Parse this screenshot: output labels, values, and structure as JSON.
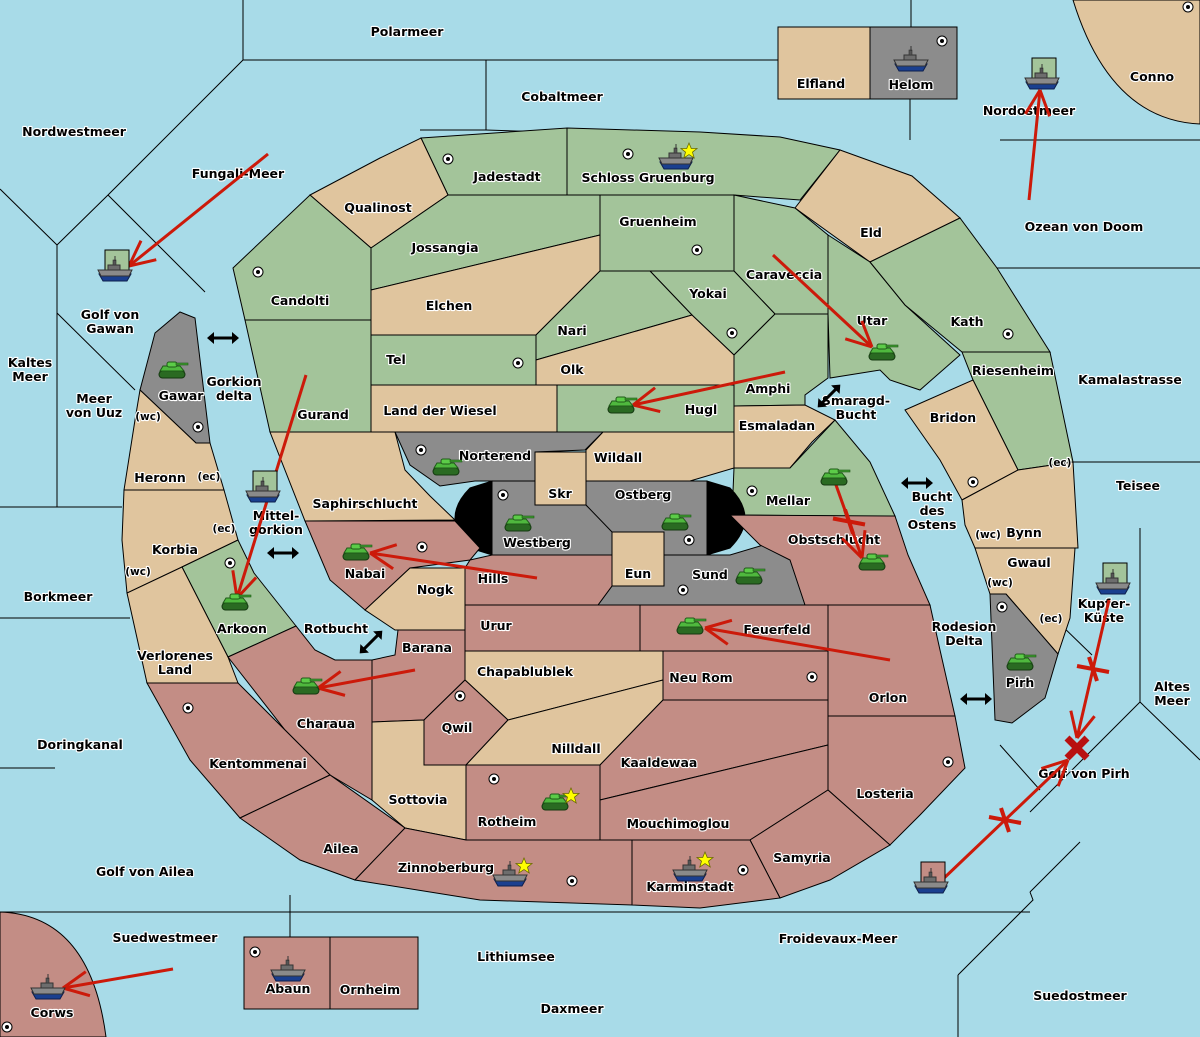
{
  "colors": {
    "sea": "#a8dbe8",
    "neutral": "#e0c59e",
    "green_power": "#a3c49a",
    "red_power": "#c38d85",
    "grey_power": "#8c8c8c",
    "order_line": "#cc1a0a",
    "border": "#000000",
    "star": "#ffff00"
  },
  "map": {
    "provinces": [
      {
        "id": "polarmeer",
        "name": "Polarmeer",
        "type": "sea",
        "owner": "sea"
      },
      {
        "id": "cobaltmeer",
        "name": "Cobaltmeer",
        "type": "sea",
        "owner": "sea"
      },
      {
        "id": "nordwestmeer",
        "name": "Nordwestmeer",
        "type": "sea",
        "owner": "sea"
      },
      {
        "id": "fungali",
        "name": "Fungali-Meer",
        "type": "sea",
        "owner": "sea"
      },
      {
        "id": "golf-gawan",
        "name": "Golf von\nGawan",
        "type": "sea",
        "owner": "sea"
      },
      {
        "id": "kaltes",
        "name": "Kaltes\nMeer",
        "type": "sea",
        "owner": "sea"
      },
      {
        "id": "uuz",
        "name": "Meer\nvon Uuz",
        "type": "sea",
        "owner": "sea"
      },
      {
        "id": "gorkion-delta",
        "name": "Gorkion\ndelta",
        "type": "sea",
        "owner": "sea"
      },
      {
        "id": "mittelgorkion",
        "name": "Mittel-\ngorkion",
        "type": "sea",
        "owner": "sea"
      },
      {
        "id": "rotbucht",
        "name": "Rotbucht",
        "type": "sea",
        "owner": "sea"
      },
      {
        "id": "borkmeer",
        "name": "Borkmeer",
        "type": "sea",
        "owner": "sea"
      },
      {
        "id": "doringkanal",
        "name": "Doringkanal",
        "type": "sea",
        "owner": "sea"
      },
      {
        "id": "golf-ailea",
        "name": "Golf von Ailea",
        "type": "sea",
        "owner": "sea"
      },
      {
        "id": "suedwestmeer",
        "name": "Suedwestmeer",
        "type": "sea",
        "owner": "sea"
      },
      {
        "id": "lithiumsee",
        "name": "Lithiumsee",
        "type": "sea",
        "owner": "sea"
      },
      {
        "id": "daxmeer",
        "name": "Daxmeer",
        "type": "sea",
        "owner": "sea"
      },
      {
        "id": "froidevaux",
        "name": "Froidevaux-Meer",
        "type": "sea",
        "owner": "sea"
      },
      {
        "id": "suedostmeer",
        "name": "Suedostmeer",
        "type": "sea",
        "owner": "sea"
      },
      {
        "id": "golf-pirh",
        "name": "Golf von Pirh",
        "type": "sea",
        "owner": "sea"
      },
      {
        "id": "altes",
        "name": "Altes\nMeer",
        "type": "sea",
        "owner": "sea"
      },
      {
        "id": "kupfer",
        "name": "Kupfer-\nKüste",
        "type": "sea",
        "owner": "sea"
      },
      {
        "id": "teisee",
        "name": "Teisee",
        "type": "sea",
        "owner": "sea"
      },
      {
        "id": "rodesion",
        "name": "Rodesion\nDelta",
        "type": "sea",
        "owner": "sea"
      },
      {
        "id": "bucht-ostens",
        "name": "Bucht\ndes\nOstens",
        "type": "sea",
        "owner": "sea"
      },
      {
        "id": "smaragd",
        "name": "Smaragd-\nBucht",
        "type": "sea",
        "owner": "sea"
      },
      {
        "id": "kamalastrasse",
        "name": "Kamalastrasse",
        "type": "sea",
        "owner": "sea"
      },
      {
        "id": "ozean-doom",
        "name": "Ozean von Doom",
        "type": "sea",
        "owner": "sea"
      },
      {
        "id": "nordostmeer",
        "name": "Nordostmeer",
        "type": "sea",
        "owner": "sea"
      },
      {
        "id": "elfland",
        "name": "Elfland",
        "type": "land",
        "owner": "neutral"
      },
      {
        "id": "helom",
        "name": "Helom",
        "type": "land",
        "owner": "grey"
      },
      {
        "id": "conno",
        "name": "Conno",
        "type": "land",
        "owner": "neutral"
      },
      {
        "id": "jadestadt",
        "name": "Jadestadt",
        "type": "land",
        "owner": "green"
      },
      {
        "id": "schloss",
        "name": "Schloss Gruenburg",
        "type": "land",
        "owner": "green"
      },
      {
        "id": "qualinost",
        "name": "Qualinost",
        "type": "land",
        "owner": "neutral"
      },
      {
        "id": "jossangia",
        "name": "Jossangia",
        "type": "land",
        "owner": "green"
      },
      {
        "id": "gruenheim",
        "name": "Gruenheim",
        "type": "land",
        "owner": "green"
      },
      {
        "id": "eld",
        "name": "Eld",
        "type": "land",
        "owner": "neutral"
      },
      {
        "id": "caraveccia",
        "name": "Caraveccia",
        "type": "land",
        "owner": "green"
      },
      {
        "id": "candolti",
        "name": "Candolti",
        "type": "land",
        "owner": "green"
      },
      {
        "id": "elchen",
        "name": "Elchen",
        "type": "land",
        "owner": "neutral"
      },
      {
        "id": "yokai",
        "name": "Yokai",
        "type": "land",
        "owner": "green"
      },
      {
        "id": "utar",
        "name": "Utar",
        "type": "land",
        "owner": "green"
      },
      {
        "id": "kath",
        "name": "Kath",
        "type": "land",
        "owner": "green"
      },
      {
        "id": "nari",
        "name": "Nari",
        "type": "land",
        "owner": "green"
      },
      {
        "id": "tel",
        "name": "Tel",
        "type": "land",
        "owner": "green"
      },
      {
        "id": "olk",
        "name": "Olk",
        "type": "land",
        "owner": "neutral"
      },
      {
        "id": "amphi",
        "name": "Amphi",
        "type": "land",
        "owner": "green"
      },
      {
        "id": "riesenheim",
        "name": "Riesenheim",
        "type": "land",
        "owner": "green"
      },
      {
        "id": "gurand",
        "name": "Gurand",
        "type": "land",
        "owner": "green"
      },
      {
        "id": "wiesel",
        "name": "Land der Wiesel",
        "type": "land",
        "owner": "neutral"
      },
      {
        "id": "hugl",
        "name": "Hugl",
        "type": "land",
        "owner": "green"
      },
      {
        "id": "esmaladan",
        "name": "Esmaladan",
        "type": "land",
        "owner": "neutral"
      },
      {
        "id": "bridon",
        "name": "Bridon",
        "type": "land",
        "owner": "neutral"
      },
      {
        "id": "gawar",
        "name": "Gawar",
        "type": "land",
        "owner": "grey"
      },
      {
        "id": "heronn",
        "name": "Heronn",
        "type": "land",
        "owner": "neutral"
      },
      {
        "id": "norterend",
        "name": "Norterend",
        "type": "land",
        "owner": "grey"
      },
      {
        "id": "wildall",
        "name": "Wildall",
        "type": "land",
        "owner": "neutral"
      },
      {
        "id": "skr",
        "name": "Skr",
        "type": "land",
        "owner": "neutral"
      },
      {
        "id": "ostberg",
        "name": "Ostberg",
        "type": "land",
        "owner": "grey"
      },
      {
        "id": "westberg",
        "name": "Westberg",
        "type": "land",
        "owner": "grey"
      },
      {
        "id": "mellar",
        "name": "Mellar",
        "type": "land",
        "owner": "green"
      },
      {
        "id": "saphirschlucht",
        "name": "Saphirschlucht",
        "type": "land",
        "owner": "neutral"
      },
      {
        "id": "bynn",
        "name": "Bynn",
        "type": "land",
        "owner": "neutral"
      },
      {
        "id": "korbia",
        "name": "Korbia",
        "type": "land",
        "owner": "neutral"
      },
      {
        "id": "nabai",
        "name": "Nabai",
        "type": "land",
        "owner": "red"
      },
      {
        "id": "hills",
        "name": "Hills",
        "type": "land",
        "owner": "red"
      },
      {
        "id": "eun",
        "name": "Eun",
        "type": "land",
        "owner": "neutral"
      },
      {
        "id": "sund",
        "name": "Sund",
        "type": "land",
        "owner": "grey"
      },
      {
        "id": "obstschlucht",
        "name": "Obstschlucht",
        "type": "land",
        "owner": "red"
      },
      {
        "id": "gwaul",
        "name": "Gwaul",
        "type": "land",
        "owner": "neutral"
      },
      {
        "id": "nogk",
        "name": "Nogk",
        "type": "land",
        "owner": "neutral"
      },
      {
        "id": "arkoon",
        "name": "Arkoon",
        "type": "land",
        "owner": "green"
      },
      {
        "id": "urur",
        "name": "Urur",
        "type": "land",
        "owner": "red"
      },
      {
        "id": "feuerfeld",
        "name": "Feuerfeld",
        "type": "land",
        "owner": "red"
      },
      {
        "id": "barana",
        "name": "Barana",
        "type": "land",
        "owner": "red"
      },
      {
        "id": "verlorenes",
        "name": "Verlorenes\nLand",
        "type": "land",
        "owner": "neutral"
      },
      {
        "id": "chapablublek",
        "name": "Chapablublek",
        "type": "land",
        "owner": "neutral"
      },
      {
        "id": "neurom",
        "name": "Neu Rom",
        "type": "land",
        "owner": "red"
      },
      {
        "id": "pirh",
        "name": "Pirh",
        "type": "land",
        "owner": "grey"
      },
      {
        "id": "orlon",
        "name": "Orlon",
        "type": "land",
        "owner": "red"
      },
      {
        "id": "charaua",
        "name": "Charaua",
        "type": "land",
        "owner": "red"
      },
      {
        "id": "qwil",
        "name": "Qwil",
        "type": "land",
        "owner": "red"
      },
      {
        "id": "nilldall",
        "name": "Nilldall",
        "type": "land",
        "owner": "neutral"
      },
      {
        "id": "kentommenai",
        "name": "Kentommenai",
        "type": "land",
        "owner": "red"
      },
      {
        "id": "kaaldewaa",
        "name": "Kaaldewaa",
        "type": "land",
        "owner": "red"
      },
      {
        "id": "sottovia",
        "name": "Sottovia",
        "type": "land",
        "owner": "neutral"
      },
      {
        "id": "rotheim",
        "name": "Rotheim",
        "type": "land",
        "owner": "red"
      },
      {
        "id": "losteria",
        "name": "Losteria",
        "type": "land",
        "owner": "red"
      },
      {
        "id": "mouchimoglou",
        "name": "Mouchimoglou",
        "type": "land",
        "owner": "red"
      },
      {
        "id": "ailea",
        "name": "Ailea",
        "type": "land",
        "owner": "red"
      },
      {
        "id": "samyria",
        "name": "Samyria",
        "type": "land",
        "owner": "red"
      },
      {
        "id": "zinnoberburg",
        "name": "Zinnoberburg",
        "type": "land",
        "owner": "red"
      },
      {
        "id": "karminstadt",
        "name": "Karminstadt",
        "type": "land",
        "owner": "red"
      },
      {
        "id": "abaun",
        "name": "Abaun",
        "type": "land",
        "owner": "red"
      },
      {
        "id": "ornheim",
        "name": "Ornheim",
        "type": "land",
        "owner": "red"
      },
      {
        "id": "corws",
        "name": "Corws",
        "type": "land",
        "owner": "red"
      },
      {
        "id": "impassable-west",
        "name": "",
        "type": "impassable",
        "owner": "none"
      },
      {
        "id": "impassable-east",
        "name": "",
        "type": "impassable",
        "owner": "none"
      }
    ],
    "coast_tags": [
      {
        "province": "gawar",
        "text": "(wc)"
      },
      {
        "province": "heronn",
        "text": "(ec)"
      },
      {
        "province": "korbia",
        "text": "(ec)"
      },
      {
        "province": "korbia",
        "text": "(wc)"
      },
      {
        "province": "bynn",
        "text": "(ec)"
      },
      {
        "province": "bynn",
        "text": "(wc)"
      },
      {
        "province": "gwaul",
        "text": "(wc)"
      },
      {
        "province": "gwaul",
        "text": "(ec)"
      }
    ],
    "units": [
      {
        "type": "fleet",
        "power": "grey",
        "province": "helom"
      },
      {
        "type": "fleet",
        "power": "green",
        "province": "schloss",
        "home": true
      },
      {
        "type": "fleet",
        "power": "green",
        "province": "nordostmeer",
        "retreat_marker": true
      },
      {
        "type": "fleet",
        "power": "green",
        "province": "golf-gawan",
        "retreat_marker": true
      },
      {
        "type": "fleet",
        "power": "green",
        "province": "mittelgorkion",
        "retreat_marker": true
      },
      {
        "type": "fleet",
        "power": "green",
        "province": "kupfer",
        "retreat_marker": true
      },
      {
        "type": "fleet",
        "power": "red",
        "province": "froidevaux",
        "retreat_marker": true
      },
      {
        "type": "fleet",
        "power": "red",
        "province": "zinnoberburg",
        "home": true
      },
      {
        "type": "fleet",
        "power": "red",
        "province": "karminstadt",
        "home": true
      },
      {
        "type": "fleet",
        "power": "red",
        "province": "abaun"
      },
      {
        "type": "fleet",
        "power": "red",
        "province": "corws"
      },
      {
        "type": "army",
        "power": "grey",
        "province": "gawar"
      },
      {
        "type": "army",
        "power": "green",
        "province": "utar"
      },
      {
        "type": "army",
        "power": "green",
        "province": "hugl"
      },
      {
        "type": "army",
        "power": "grey",
        "province": "norterend"
      },
      {
        "type": "army",
        "power": "grey",
        "province": "westberg"
      },
      {
        "type": "army",
        "power": "grey",
        "province": "ostberg"
      },
      {
        "type": "army",
        "power": "green",
        "province": "mellar"
      },
      {
        "type": "army",
        "power": "green",
        "province": "obstschlucht"
      },
      {
        "type": "army",
        "power": "grey",
        "province": "sund"
      },
      {
        "type": "army",
        "power": "green",
        "province": "nabai"
      },
      {
        "type": "army",
        "power": "green",
        "province": "arkoon"
      },
      {
        "type": "army",
        "power": "green",
        "province": "feuerfeld"
      },
      {
        "type": "army",
        "power": "green",
        "province": "charaua"
      },
      {
        "type": "army",
        "power": "grey",
        "province": "pirh"
      },
      {
        "type": "army",
        "power": "green",
        "province": "rotheim",
        "home": true
      }
    ],
    "orders": [
      {
        "from": "fungali",
        "to": "golf-gawan",
        "result": "ok"
      },
      {
        "from": "ozean-doom",
        "to": "nordostmeer",
        "result": "ok"
      },
      {
        "from": "caraveccia",
        "to": "utar",
        "result": "ok"
      },
      {
        "from": "amphi",
        "to": "hugl",
        "result": "ok"
      },
      {
        "from": "gurand",
        "to": "arkoon",
        "result": "ok"
      },
      {
        "from": "hills",
        "to": "nabai",
        "result": "ok"
      },
      {
        "from": "barana",
        "to": "charaua",
        "result": "ok"
      },
      {
        "from": "orlon",
        "to": "feuerfeld",
        "result": "ok"
      },
      {
        "from": "mellar",
        "to": "obstschlucht",
        "result": "failed"
      },
      {
        "from": "kupfer",
        "to": "golf-pirh",
        "result": "failed"
      },
      {
        "from": "froidevaux",
        "to": "golf-pirh",
        "result": "failed"
      },
      {
        "from": "suedwestmeer",
        "to": "corws",
        "result": "ok"
      }
    ],
    "destroyed_marker": {
      "province": "golf-pirh"
    },
    "connections": [
      {
        "between": [
          "golf-gawan",
          "gorkion-delta"
        ]
      },
      {
        "between": [
          "mittelgorkion",
          "saphirschlucht"
        ]
      },
      {
        "between": [
          "rotbucht",
          "barana"
        ]
      },
      {
        "between": [
          "smaragd",
          "amphi"
        ]
      },
      {
        "between": [
          "bucht-ostens",
          "mellar"
        ]
      },
      {
        "between": [
          "rodesion",
          "pirh"
        ]
      }
    ]
  }
}
